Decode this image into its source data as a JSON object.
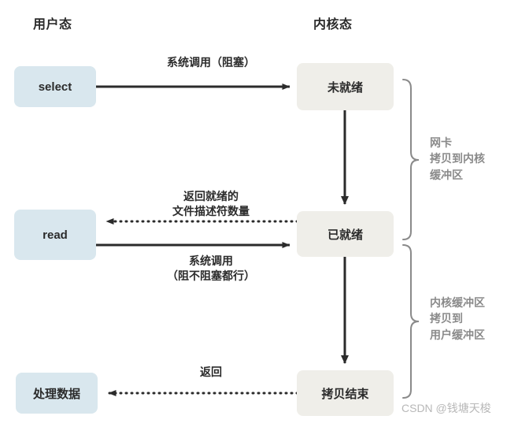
{
  "diagram": {
    "title_columns": {
      "user_space": "用户态",
      "kernel_space": "内核态"
    },
    "nodes": [
      {
        "id": "select",
        "label": "select",
        "side": "user",
        "color": "#d9e7ee"
      },
      {
        "id": "read",
        "label": "read",
        "side": "user",
        "color": "#d9e7ee"
      },
      {
        "id": "process",
        "label": "处理数据",
        "side": "user",
        "color": "#d9e7ee"
      },
      {
        "id": "notready",
        "label": "未就绪",
        "side": "kernel",
        "color": "#efeee9"
      },
      {
        "id": "ready",
        "label": "已就绪",
        "side": "kernel",
        "color": "#efeee9"
      },
      {
        "id": "copydone",
        "label": "拷贝结束",
        "side": "kernel",
        "color": "#efeee9"
      }
    ],
    "edges": [
      {
        "id": "select-to-notready",
        "from": "select",
        "to": "notready",
        "style": "solid",
        "label": "系统调用（阻塞）"
      },
      {
        "id": "notready-to-ready",
        "from": "notready",
        "to": "ready",
        "style": "solid",
        "label": ""
      },
      {
        "id": "ready-to-read",
        "from": "ready",
        "to": "read",
        "style": "dotted",
        "label": "返回就绪的\n文件描述符数量"
      },
      {
        "id": "read-to-ready",
        "from": "read",
        "to": "ready",
        "style": "solid",
        "label": "系统调用\n（阻不阻塞都行）"
      },
      {
        "id": "ready-to-copydone",
        "from": "ready",
        "to": "copydone",
        "style": "solid",
        "label": ""
      },
      {
        "id": "copydone-to-process",
        "from": "copydone",
        "to": "process",
        "style": "dotted",
        "label": "返回"
      }
    ],
    "braces": [
      {
        "id": "brace-nic-to-kernel-buffer",
        "label": "网卡\n拷贝到内核\n缓冲区",
        "color": "#8a8a8a"
      },
      {
        "id": "brace-kernel-to-user-buffer",
        "label": "内核缓冲区\n拷贝到\n用户缓冲区",
        "color": "#8a8a8a"
      }
    ],
    "watermark": "CSDN @钱塘天梭",
    "colors": {
      "user_node": "#d9e7ee",
      "kernel_node": "#efeee9",
      "arrow": "#2b2b2b",
      "brace": "#8a8a8a",
      "text": "#2b2b2b",
      "background": "#ffffff"
    }
  }
}
